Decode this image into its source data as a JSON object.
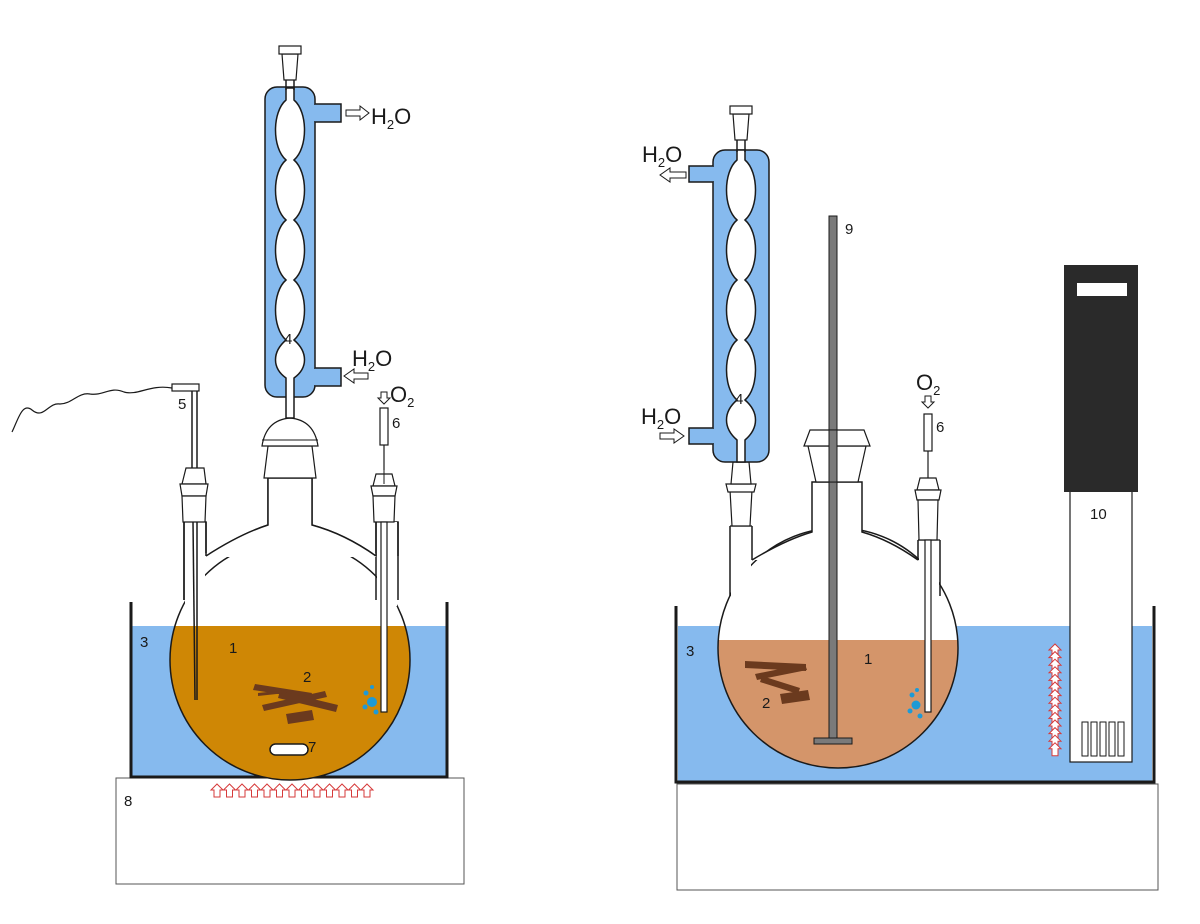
{
  "colors": {
    "bath_water": "#86baee",
    "coolant": "#86baee",
    "liquid_left": "#cf8705",
    "liquid_right": "#d4956a",
    "wood": "#6b3a1e",
    "bubbles": "#1e9ad6",
    "heat_arrows": "#d63a3a",
    "probe_head": "#2a2a2a",
    "outline": "#1a1a1a"
  },
  "icons": {
    "heat_arrow": "up-arrow-icon",
    "flow_arrow": "right-arrow-icon",
    "o2_arrow": "down-arrow-icon"
  },
  "left_setup": {
    "labels": {
      "liquid": "1",
      "wood": "2",
      "bath": "3",
      "condenser": "4",
      "thermocouple": "5",
      "gas_inlet": "6",
      "stir_bar_inner": "7",
      "stir_bar_outer": "7",
      "hotplate": "8"
    },
    "water_out": {
      "base": "H",
      "sub": "2",
      "tail": "O"
    },
    "water_in": {
      "base": "H",
      "sub": "2",
      "tail": "O"
    },
    "oxygen": {
      "base": "O",
      "sub": "2"
    }
  },
  "right_setup": {
    "labels": {
      "liquid": "1",
      "wood": "2",
      "bath": "3",
      "condenser": "4",
      "gas_inlet": "6",
      "stirrer": "9",
      "heater": "10"
    },
    "water_out": {
      "base": "H",
      "sub": "2",
      "tail": "O"
    },
    "water_in": {
      "base": "H",
      "sub": "2",
      "tail": "O"
    },
    "oxygen": {
      "base": "O",
      "sub": "2"
    }
  }
}
